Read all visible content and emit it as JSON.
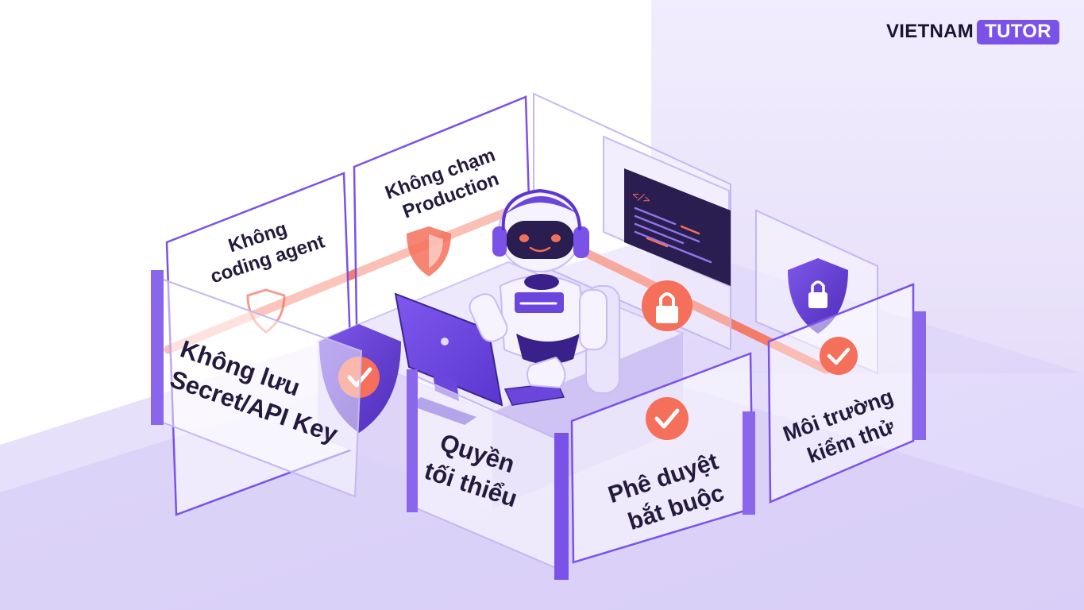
{
  "brand": {
    "name_left": "VIETNAM",
    "name_right": "TUTOR"
  },
  "colors": {
    "accent": "#7b52e8",
    "accent_dark": "#5b33c9",
    "warning": "#f26b4f",
    "text": "#241a3d",
    "background_tint": "#ece6fb"
  },
  "illustration": {
    "subject": "robot-coding-agent",
    "guardrails": [
      {
        "label_lines": [
          "Không",
          "coding agent"
        ],
        "icon": "shield-icon"
      },
      {
        "label_lines": [
          "Không chạm",
          "Production"
        ],
        "icon": "shield-icon"
      },
      {
        "label_lines": [
          "Không lưu",
          "Secret/API Key"
        ],
        "icon": "shield-check-icon"
      },
      {
        "label_lines": [
          "Quyền",
          "tối thiểu"
        ],
        "icon": "none"
      },
      {
        "label_lines": [
          "Phê duyệt",
          "bắt buộc"
        ],
        "icon": "check-circle-icon"
      },
      {
        "label_lines": [
          "Môi trường",
          "kiểm thử"
        ],
        "icon": "check-circle-icon"
      }
    ],
    "extra_icons": [
      "lock-icon",
      "shield-lock-icon",
      "code-window-icon",
      "computer-monitor-icon"
    ]
  }
}
